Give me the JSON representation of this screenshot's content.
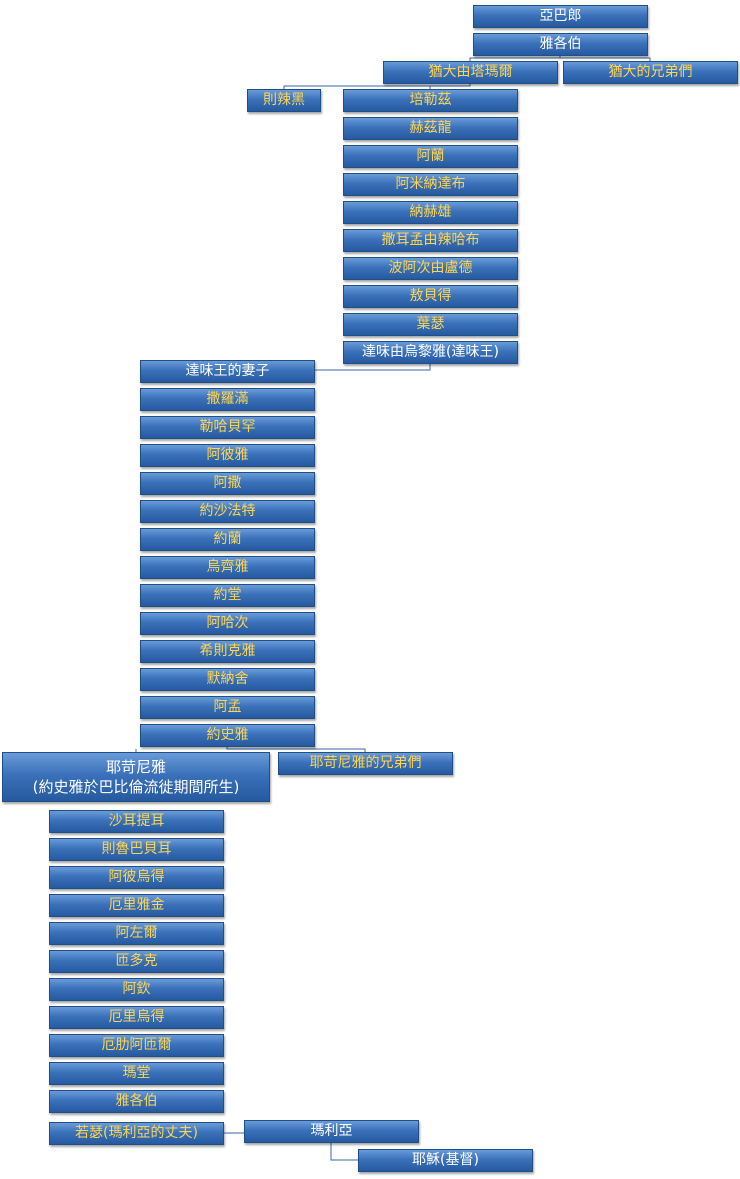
{
  "nodes": {
    "abraham": "亞巴郎",
    "jacob1": "雅各伯",
    "judah_tamar": "猶大由塔瑪爾",
    "judah_brothers": "猶大的兄弟們",
    "zerah": "則辣黑",
    "perez": "培勒茲",
    "hezron": "赫茲龍",
    "ram": "阿蘭",
    "amminadab": "阿米納達布",
    "nahshon": "納赫雄",
    "salmon": "撒耳孟由辣哈布",
    "boaz": "波阿次由盧德",
    "obed": "敖貝得",
    "jesse": "葉瑟",
    "david": "達味由烏黎雅(達味王)",
    "david_wife": "達味王的妻子",
    "solomon": "撒羅滿",
    "rehoboam": "勒哈貝罕",
    "abijah": "阿彼雅",
    "asa": "阿撒",
    "jehoshaphat": "約沙法特",
    "joram": "約蘭",
    "uzziah": "烏齊雅",
    "jotham": "約堂",
    "ahaz": "阿哈次",
    "hezekiah": "希則克雅",
    "manasseh": "默納舍",
    "amon": "阿孟",
    "josiah": "約史雅",
    "jechoniah_l1": "耶苛尼雅",
    "jechoniah_l2": "(約史雅於巴比倫流徙期間所生)",
    "jechoniah_brothers": "耶苛尼雅的兄弟們",
    "shealtiel": "沙耳提耳",
    "zerubbabel": "則魯巴貝耳",
    "abiud": "阿彼烏得",
    "eliakim": "厄里雅金",
    "azor": "阿左爾",
    "zadok": "匝多克",
    "achim": "阿欽",
    "eliud": "厄里烏得",
    "eleazar": "厄肋阿匝爾",
    "matthan": "瑪堂",
    "jacob2": "雅各伯",
    "joseph": "若瑟(瑪利亞的丈夫)",
    "mary": "瑪利亞",
    "jesus": "耶穌(基督)"
  },
  "colors": {
    "box_top": "#6a9bd8",
    "box_bottom": "#265aa0",
    "text_gold": "#ffd54f",
    "text_white": "#ffffff",
    "connector": "#3a6aa8"
  }
}
